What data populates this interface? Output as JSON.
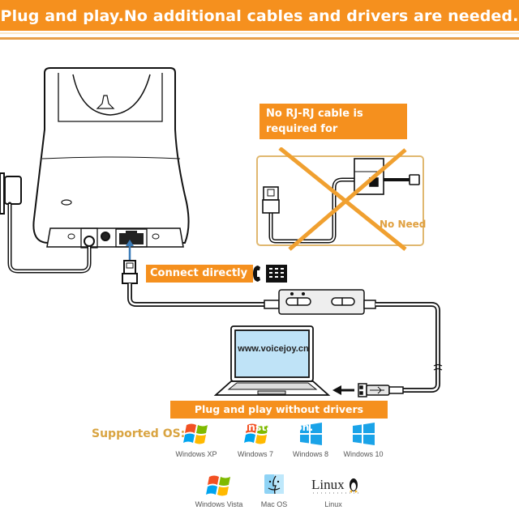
{
  "banner": {
    "title": "Plug and play.No additional cables and drivers are needed."
  },
  "callouts": {
    "no_rj_cable": "No RJ-RJ cable is required for connection.",
    "no_need": "No Need",
    "connect_directly": "Connect directly to",
    "plug_and_play": "Plug and play without drivers installation."
  },
  "laptop": {
    "screen_text": "www.voicejoy.cn"
  },
  "supported_os": {
    "heading": "Supported OS:",
    "items": [
      {
        "name": "Windows XP",
        "icon": "windows-flag-icon"
      },
      {
        "name": "Windows 7",
        "icon": "windows-flag-icon"
      },
      {
        "name": "Windows 8",
        "icon": "windows-tiles-icon"
      },
      {
        "name": "Windows 10",
        "icon": "windows-tiles-icon"
      },
      {
        "name": "Windows Vista",
        "icon": "windows-flag-icon"
      },
      {
        "name": "Mac OS",
        "icon": "mac-finder-icon"
      },
      {
        "name": "Linux",
        "icon": "linux-tux-icon"
      }
    ]
  },
  "colors": {
    "accent": "#f5901e",
    "supported_text": "#d9a441",
    "screen": "#bfe3f7",
    "windows_blue": "#1aa3e8"
  }
}
